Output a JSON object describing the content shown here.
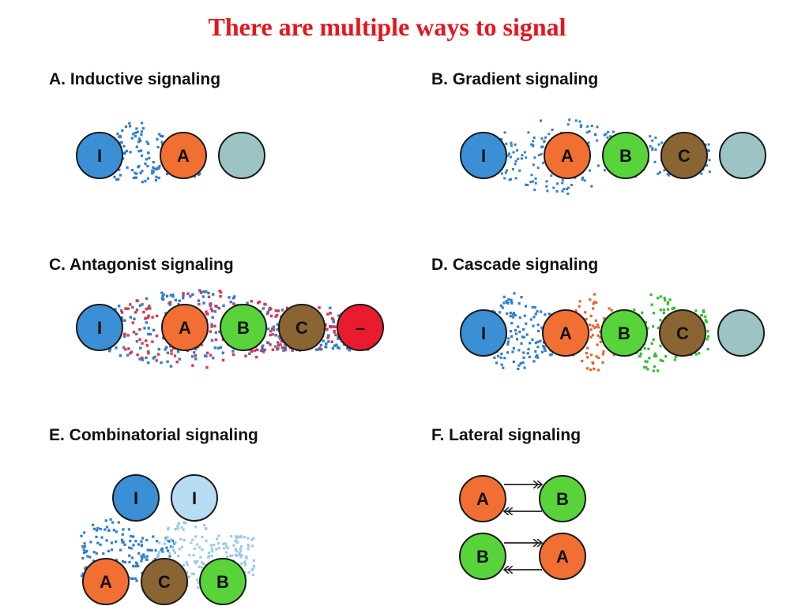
{
  "title": "There are multiple ways to signal",
  "panels": {
    "A": {
      "title": "A.   Inductive signaling",
      "cells": [
        "I",
        "A",
        ""
      ]
    },
    "B": {
      "title": "B.   Gradient signaling",
      "cells": [
        "I",
        "A",
        "B",
        "C",
        ""
      ]
    },
    "C": {
      "title": "C.  Antagonist signaling",
      "cells": [
        "I",
        "A",
        "B",
        "C",
        "–"
      ]
    },
    "D": {
      "title": "D.   Cascade signaling",
      "cells": [
        "I",
        "A",
        "B",
        "C",
        ""
      ]
    },
    "E": {
      "title": "E.   Combinatorial signaling",
      "cells": [
        "I",
        "I",
        "A",
        "C",
        "B"
      ]
    },
    "F": {
      "title": "F.   Lateral signaling",
      "cells": [
        "A",
        "B",
        "B",
        "A"
      ]
    }
  },
  "colors": {
    "title": "#e8141c",
    "I": "#3b8fd4",
    "I_light": "#b8dcf4",
    "A": "#f26f33",
    "B": "#58d43a",
    "C": "#8a6533",
    "inhibitor": "#e81c2e",
    "empty": "#9cc4c4",
    "blue_dot": "#2f7fd0",
    "red_dot": "#e0344a",
    "orange_dot": "#f0602a",
    "green_dot": "#2fc02f",
    "light_dot": "#9ccbe8"
  }
}
